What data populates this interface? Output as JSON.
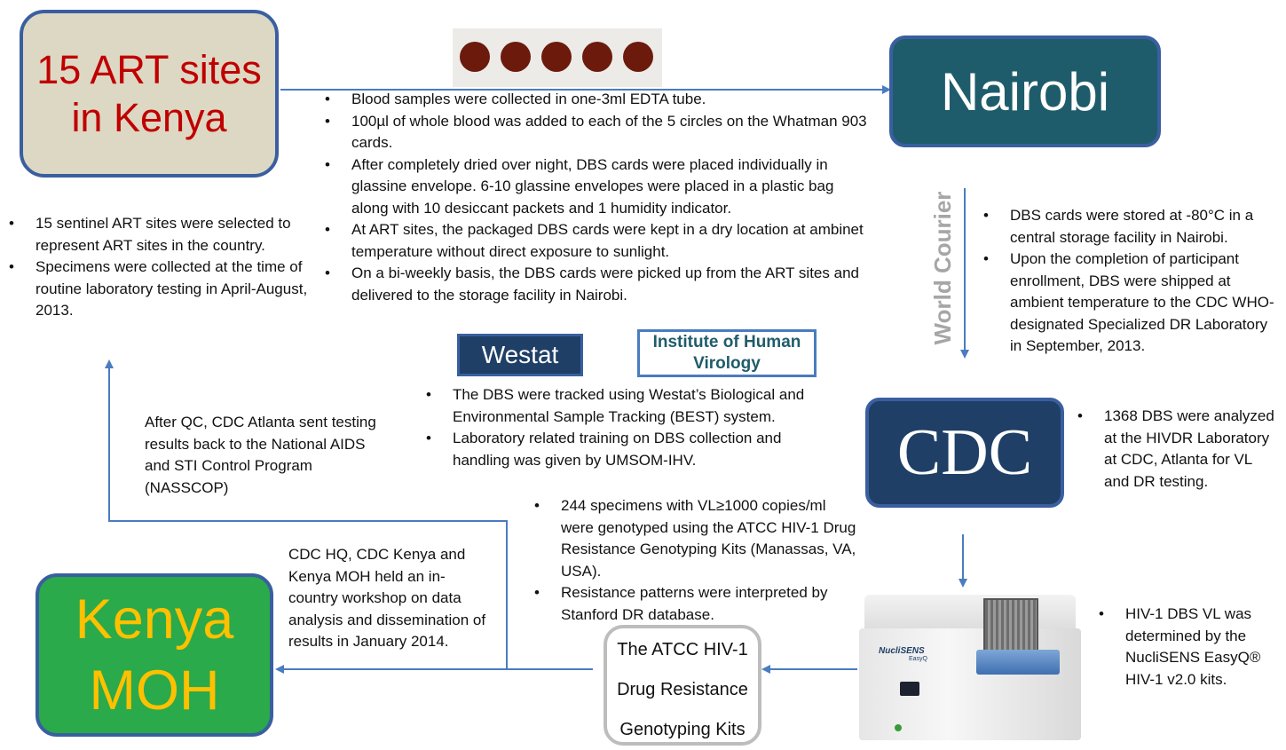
{
  "nodes": {
    "art_sites": "15 ART sites in Kenya",
    "nairobi": "Nairobi",
    "cdc": "CDC",
    "kenya_moh": "Kenya MOH",
    "westat": "Westat",
    "ihv": "Institute of Human Virology",
    "atcc": [
      "The ATCC HIV-1",
      "Drug Resistance",
      "Genotyping Kits"
    ]
  },
  "labels": {
    "world_courier": "World Courier",
    "machine_brand": "NucliSENS",
    "machine_model": "EasyQ"
  },
  "blood_spots": {
    "count": 5,
    "color": "#6b1a0c"
  },
  "colors": {
    "art_fill": "#ddd8c4",
    "art_text": "#c00000",
    "nairobi_fill": "#1f5c6b",
    "cdc_fill": "#1f3f66",
    "moh_fill": "#2aaa4a",
    "moh_text": "#ffc000",
    "westat_fill": "#1f3f66",
    "ihv_text": "#1f5c6b",
    "border": "#3a5fa0",
    "arrow": "#4a7cc0",
    "courier_text": "#a6a6a6"
  },
  "text": {
    "collection": [
      "Blood samples were collected in one-3ml EDTA tube.",
      "100µl of whole blood was added to each of the 5 circles on the Whatman 903 cards.",
      "After completely dried over night, DBS cards were placed individually in glassine envelope.  6-10 glassine envelopes were placed in a plastic bag along with 10 desiccant packets and 1 humidity indicator.",
      "At ART sites, the packaged DBS cards were kept in a dry location at ambinet temperature  without direct exposure to sunlight.",
      "On a bi-weekly basis, the DBS cards were picked up from the ART sites and delivered to the storage facility in Nairobi."
    ],
    "sites": [
      "15 sentinel ART sites were selected to represent ART sites in the country.",
      "Specimens were collected at the time of routine laboratory testing in April-August, 2013."
    ],
    "nairobi": [
      "DBS cards were stored at -80°C in a central storage facility in Nairobi.",
      "Upon the completion of participant enrollment, DBS were shipped at ambient temperature to the CDC WHO-designated Specialized DR Laboratory in September, 2013."
    ],
    "tracking": [
      "The DBS were tracked using Westat’s Biological and Environmental Sample Tracking (BEST) system.",
      "Laboratory related training on DBS collection and handling was given by UMSOM-IHV."
    ],
    "cdc": [
      "1368 DBS were analyzed at the HIVDR Laboratory at CDC, Atlanta for VL and DR testing."
    ],
    "genotyping": [
      "244 specimens with VL≥1000 copies/ml were  genotyped using the ATCC HIV-1 Drug Resistance Genotyping Kits (Manassas, VA, USA).",
      "Resistance patterns were interpreted by Stanford DR database."
    ],
    "vl": [
      "HIV-1 DBS VL was determined by the NucliSENS EasyQ® HIV-1 v2.0 kits."
    ],
    "qc_return": "After QC, CDC Atlanta sent testing results back to the National AIDS and STI Control Program (NASSCOP)",
    "workshop": "CDC HQ, CDC Kenya  and Kenya MOH held an in-country workshop on data analysis and dissemination of results in January 2014."
  }
}
